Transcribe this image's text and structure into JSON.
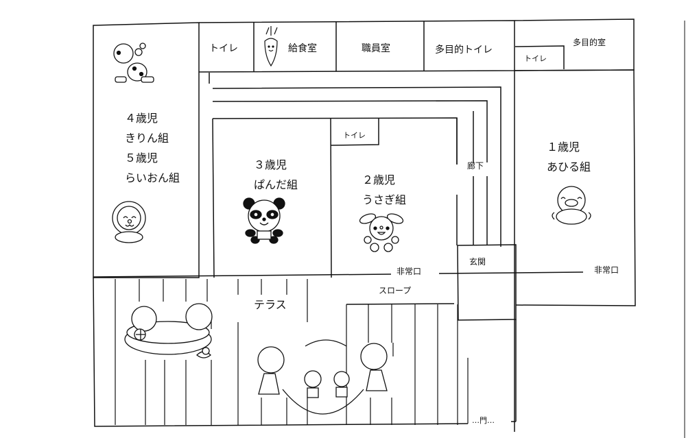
{
  "title": "Nursery floor plan",
  "rooms": {
    "toilet_top": "トイレ",
    "kitchen": "給食室",
    "staff_room": "職員室",
    "multipurpose_toilet": "多目的トイレ",
    "multipurpose_room": "多目的室",
    "toilet_multipurpose": "トイレ",
    "toilet_class2": "トイレ",
    "corridor": "廊下",
    "entrance": "玄関",
    "emergency_exit_left": "非常口",
    "emergency_exit_right": "非常口",
    "slope": "スロープ",
    "terrace": "テラス",
    "gate": "…門…"
  },
  "classes": {
    "age45": {
      "lines": [
        "４歳児",
        "きりん組",
        "５歳児",
        "らいおん組"
      ],
      "mascot": "giraffe-and-lion"
    },
    "age3": {
      "lines": [
        "３歳児",
        "ぱんだ組"
      ],
      "mascot": "panda"
    },
    "age2": {
      "lines": [
        "２歳児",
        "うさぎ組"
      ],
      "mascot": "rabbit"
    },
    "age1": {
      "lines": [
        "１歳児",
        "あひる組"
      ],
      "mascot": "duckling"
    }
  },
  "illustrations": {
    "kitchen": "carrot",
    "terrace_left": "children-in-pool",
    "terrace_right": "jump-rope-children"
  }
}
